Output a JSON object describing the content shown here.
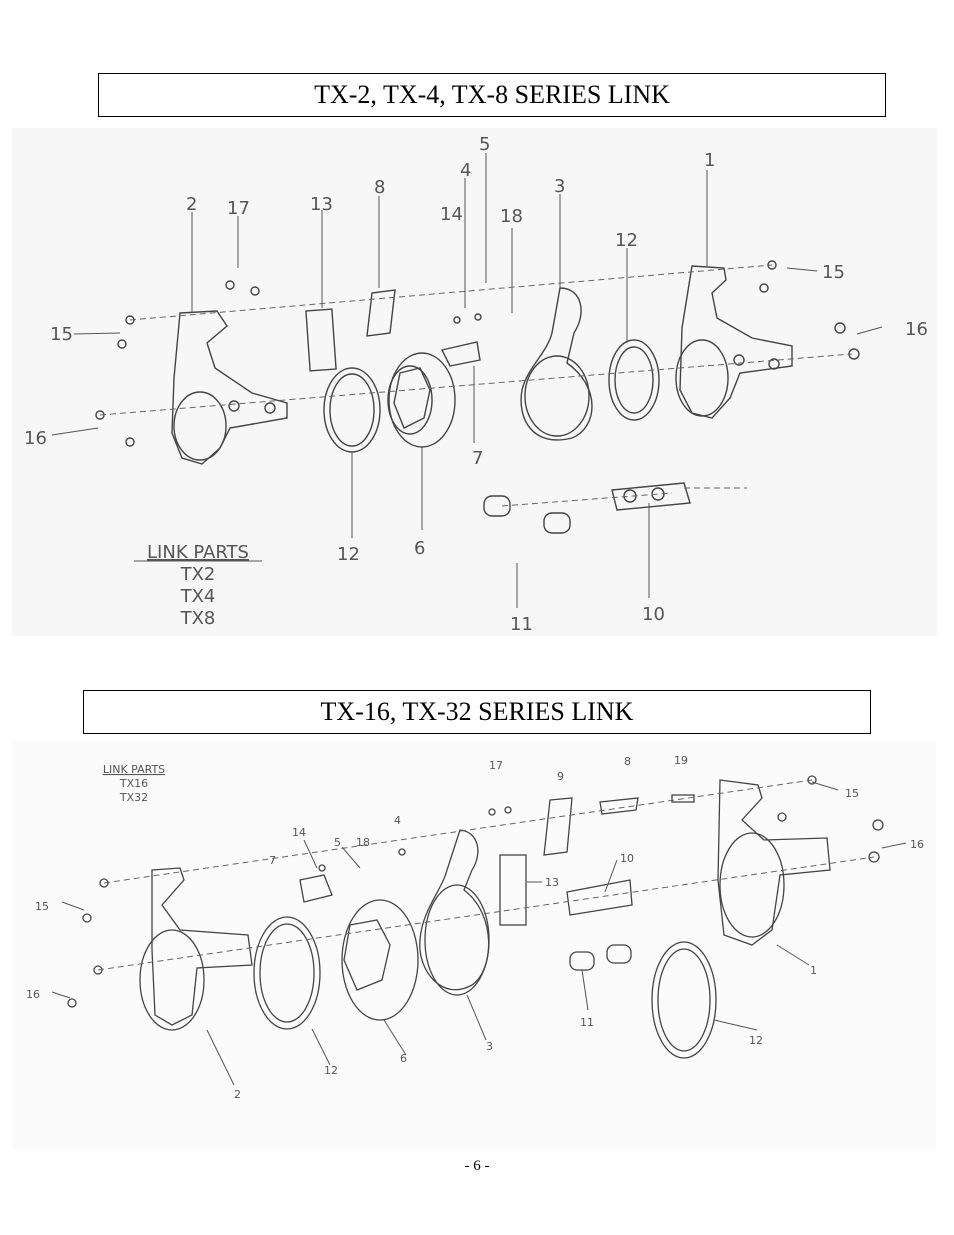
{
  "section1": {
    "title": "TX-2, TX-4, TX-8 SERIES LINK",
    "legend": {
      "heading": "LINK PARTS",
      "lines": [
        "TX2",
        "TX4",
        "TX8"
      ]
    },
    "callouts": [
      "1",
      "2",
      "3",
      "4",
      "5",
      "6",
      "7",
      "8",
      "10",
      "11",
      "12",
      "12",
      "13",
      "14",
      "15",
      "15",
      "16",
      "16",
      "17",
      "18"
    ]
  },
  "section2": {
    "title": "TX-16, TX-32 SERIES LINK",
    "legend": {
      "heading": "LINK PARTS",
      "lines": [
        "TX16",
        "TX32"
      ]
    },
    "callouts": [
      "1",
      "2",
      "3",
      "4",
      "5",
      "6",
      "7",
      "8",
      "9",
      "10",
      "11",
      "12",
      "12",
      "13",
      "14",
      "15",
      "15",
      "16",
      "16",
      "17",
      "18",
      "19"
    ]
  },
  "footer": {
    "page_number": "- 6 -"
  }
}
